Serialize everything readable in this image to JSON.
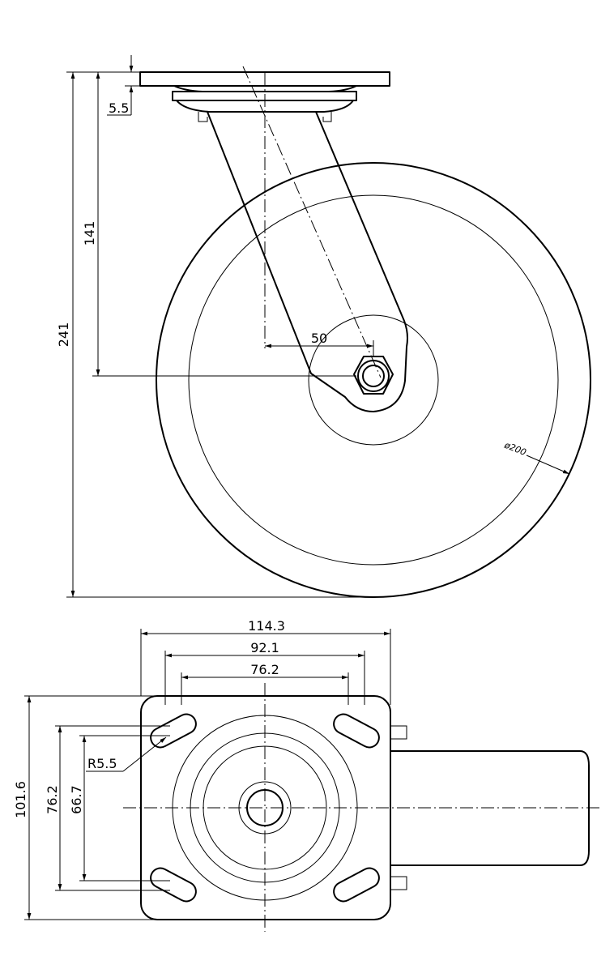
{
  "side_view": {
    "dimensions": {
      "overall_height": "241",
      "axle_height": "141",
      "plate_thickness": "5.5",
      "offset": "50",
      "wheel_diameter": "ø200"
    }
  },
  "top_view": {
    "dimensions": {
      "plate_width": "114.3",
      "hole_span_outer": "92.1",
      "hole_span_inner": "76.2",
      "plate_length": "101.6",
      "hole_span_length_outer": "76.2",
      "hole_span_length_inner": "66.7",
      "slot_radius": "R5.5"
    }
  }
}
